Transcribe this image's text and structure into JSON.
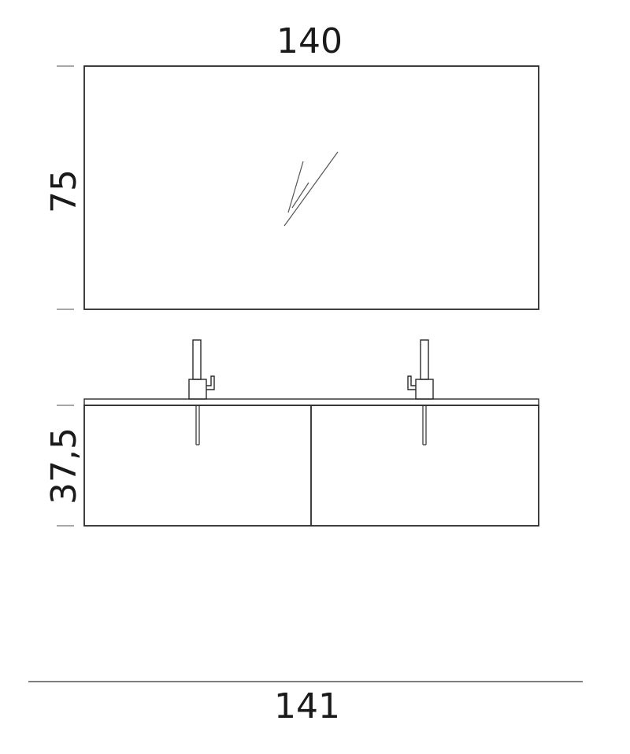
{
  "dimensions": {
    "mirror_width": "140",
    "mirror_height": "75",
    "cabinet_height": "37,5",
    "overall_width": "141"
  },
  "colors": {
    "line": "#2a2a2a",
    "tick": "#8a8a8a",
    "text": "#1a1a1a",
    "background": "#ffffff"
  }
}
